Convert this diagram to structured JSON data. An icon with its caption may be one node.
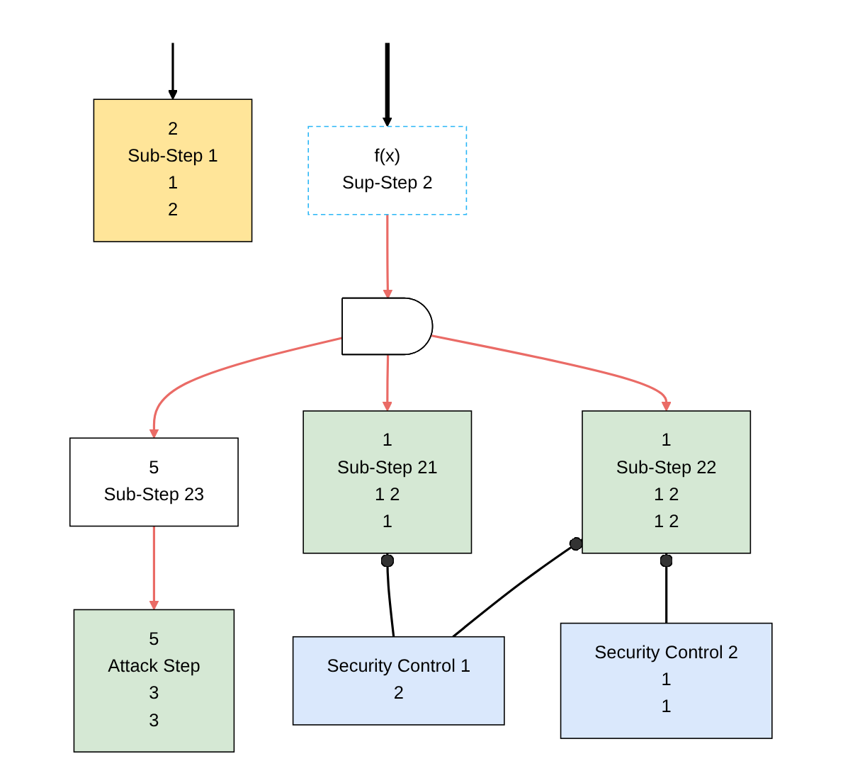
{
  "diagram": {
    "nodes": [
      {
        "text": [
          "2",
          "Sub-Step 1",
          "1",
          "2"
        ]
      },
      {
        "text": [
          "f(x)",
          "Sup-Step 2"
        ]
      },
      {
        "text": [],
        "shape": "gate"
      },
      {
        "text": [
          "5",
          "Sub-Step 23"
        ]
      },
      {
        "text": [
          "1",
          "Sub-Step 21",
          "1 2",
          "1"
        ]
      },
      {
        "text": [
          "1",
          "Sub-Step 22",
          "1 2",
          "1 2"
        ]
      },
      {
        "text": [
          "5",
          "Attack Step",
          "3",
          "3"
        ]
      },
      {
        "text": [
          "Security Control 1",
          "2"
        ]
      },
      {
        "text": [
          "Security Control 2",
          "1",
          "1"
        ]
      }
    ],
    "edges": [
      {
        "from": null,
        "to": 0,
        "arrow": "to",
        "color": "#000000"
      },
      {
        "from": null,
        "to": 1,
        "arrow": "to",
        "style": "thick",
        "color": "#000000"
      },
      {
        "from": 1,
        "to": 2,
        "arrow": "to",
        "color": "#ea6b66"
      },
      {
        "from": 2,
        "to": 3,
        "arrow": "to",
        "color": "#ea6b66"
      },
      {
        "from": 2,
        "to": 4,
        "arrow": "to",
        "color": "#ea6b66"
      },
      {
        "from": 2,
        "to": 5,
        "arrow": "to",
        "color": "#ea6b66"
      },
      {
        "from": 3,
        "to": 6,
        "arrow": "to",
        "color": "#ea6b66"
      },
      {
        "from": 7,
        "to": 4,
        "arrow": "other",
        "color": "#000000"
      },
      {
        "from": 7,
        "to": 5,
        "arrow": "other",
        "color": "#000000"
      },
      {
        "from": 8,
        "to": 5,
        "arrow": "other",
        "color": "#000000"
      }
    ]
  }
}
